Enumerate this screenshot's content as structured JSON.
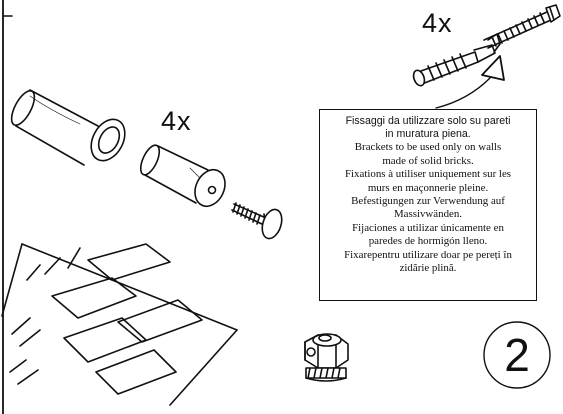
{
  "quantities": {
    "anchors": "4x",
    "spacers": "4x"
  },
  "note": {
    "lines": [
      "Fissaggi da utilizzare solo su pareti",
      "in muratura piena.",
      "Brackets to be used only on walls",
      "made of solid bricks.",
      "Fixations à utiliser uniquement sur les",
      "murs en maçonnerie pleine.",
      "Befestigungen zur Verwendung auf",
      "Massivwänden.",
      "Fijaciones a utilizar únicamente en",
      "paredes de hormigón lleno.",
      "Fixarepentru utilizare doar pe pereți în",
      "zidărie plină."
    ]
  },
  "step": {
    "number": "2"
  },
  "icons": [
    "wall-plug-icon",
    "screw-icon",
    "spacer-tube-icon",
    "bracket-pin-icon",
    "bolt-icon",
    "template-sheet-icon",
    "fitting-nut-icon",
    "warning-triangle-icon",
    "curved-arrow-icon"
  ]
}
